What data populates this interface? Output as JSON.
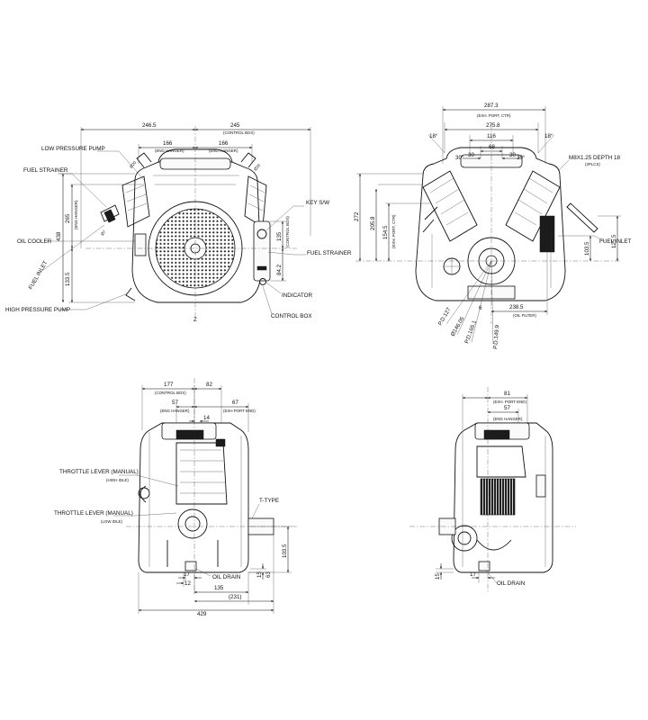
{
  "top_left": {
    "dims": {
      "d246_5": "246.5",
      "d245": "245",
      "control_box_ref": "(CONTROL BOX)",
      "d166_left": "166",
      "d166_right": "166",
      "eng_hanger_left": "(ENG HANGER)",
      "eng_hanger_right": "(ENG HANGER)",
      "d438": "438",
      "d265": "265",
      "eng_hanger_vertical": "(ENG HANGER)",
      "d133_5": "133.5",
      "d135": "135",
      "control_box_vertical": "(CONTROL BOX)",
      "d84_2": "84.2",
      "phi20_a": "Ø20",
      "phi20_b": "Ø20",
      "phi7": "Ø7",
      "center_mark": "Z"
    },
    "labels": {
      "low_pressure_pump": "LOW PRESSURE PUMP",
      "fuel_strainer": "FUEL STRAINER",
      "oil_cooler": "OIL COOLER",
      "fuel_inlet": "FUEL INLET",
      "high_pressure_pump": "HIGH PRESSURE PUMP",
      "key_sw": "KEY S/W",
      "fuel_strainer_right": "FUEL STRAINER",
      "indicator": "INDICATOR",
      "control_box": "CONTROL BOX"
    }
  },
  "top_right": {
    "dims": {
      "d287_3": "287.3",
      "exh_port_ctr": "(EXH. PORT, CTR)",
      "d275_8": "275.8",
      "d116": "116",
      "d68": "68",
      "d30_left": "30",
      "d30_right": "30",
      "a18_left": "18°",
      "a18_right": "18°",
      "a30_left": "30°",
      "a30_right": "30°",
      "thread": "M8X1.25 DEPTH 18",
      "two_plcs": "(2PLCS)",
      "d272": "272",
      "d205_8": "205.8",
      "d154_5": "154.5",
      "exh_port_ctr_vertical": "(EXH. PORT, CTR)",
      "d103_5": "103.5",
      "d125_5": "125.5",
      "d238_5": "238.5",
      "oil_filter": "(OIL FILTER)",
      "d6": "6",
      "pcd127": "P.D.127",
      "pcd146_05": "Ø146.05",
      "pcd165_1": "P.D.165.1",
      "pcd149_9": "P.D.149.9",
      "fuel_inlet": "FUEL INLET"
    }
  },
  "bottom_left": {
    "dims": {
      "d177": "177",
      "control_box_ref": "(CONTROL BOX)",
      "d82": "82",
      "d57": "57",
      "eng_hanger": "(ENG HANGER)",
      "d67": "67",
      "exh_port_end": "(EXH PORT END)",
      "d14": "14",
      "d103_5": "103.5",
      "d17": "17",
      "d12": "12",
      "d15": "15",
      "d63": "63",
      "d135": "135",
      "d231": "(231)",
      "d429": "429"
    },
    "labels": {
      "throttle_high": "THROTTLE LEVER (MANUAL)",
      "high_idle": "(HIGH IDLE)",
      "throttle_low": "THROTTLE LEVER (MANUAL)",
      "low_idle": "(LOW IDLE)",
      "t_type": "T-TYPE",
      "oil_drain": "OIL DRAIN"
    }
  },
  "bottom_right": {
    "dims": {
      "d81": "81",
      "exh_port_end": "(EXH. PORT END)",
      "d57": "57",
      "eng_hanger": "(ENG HANGER)",
      "d15": "15",
      "d17": "17"
    },
    "labels": {
      "oil_drain": "OIL DRAIN"
    }
  }
}
